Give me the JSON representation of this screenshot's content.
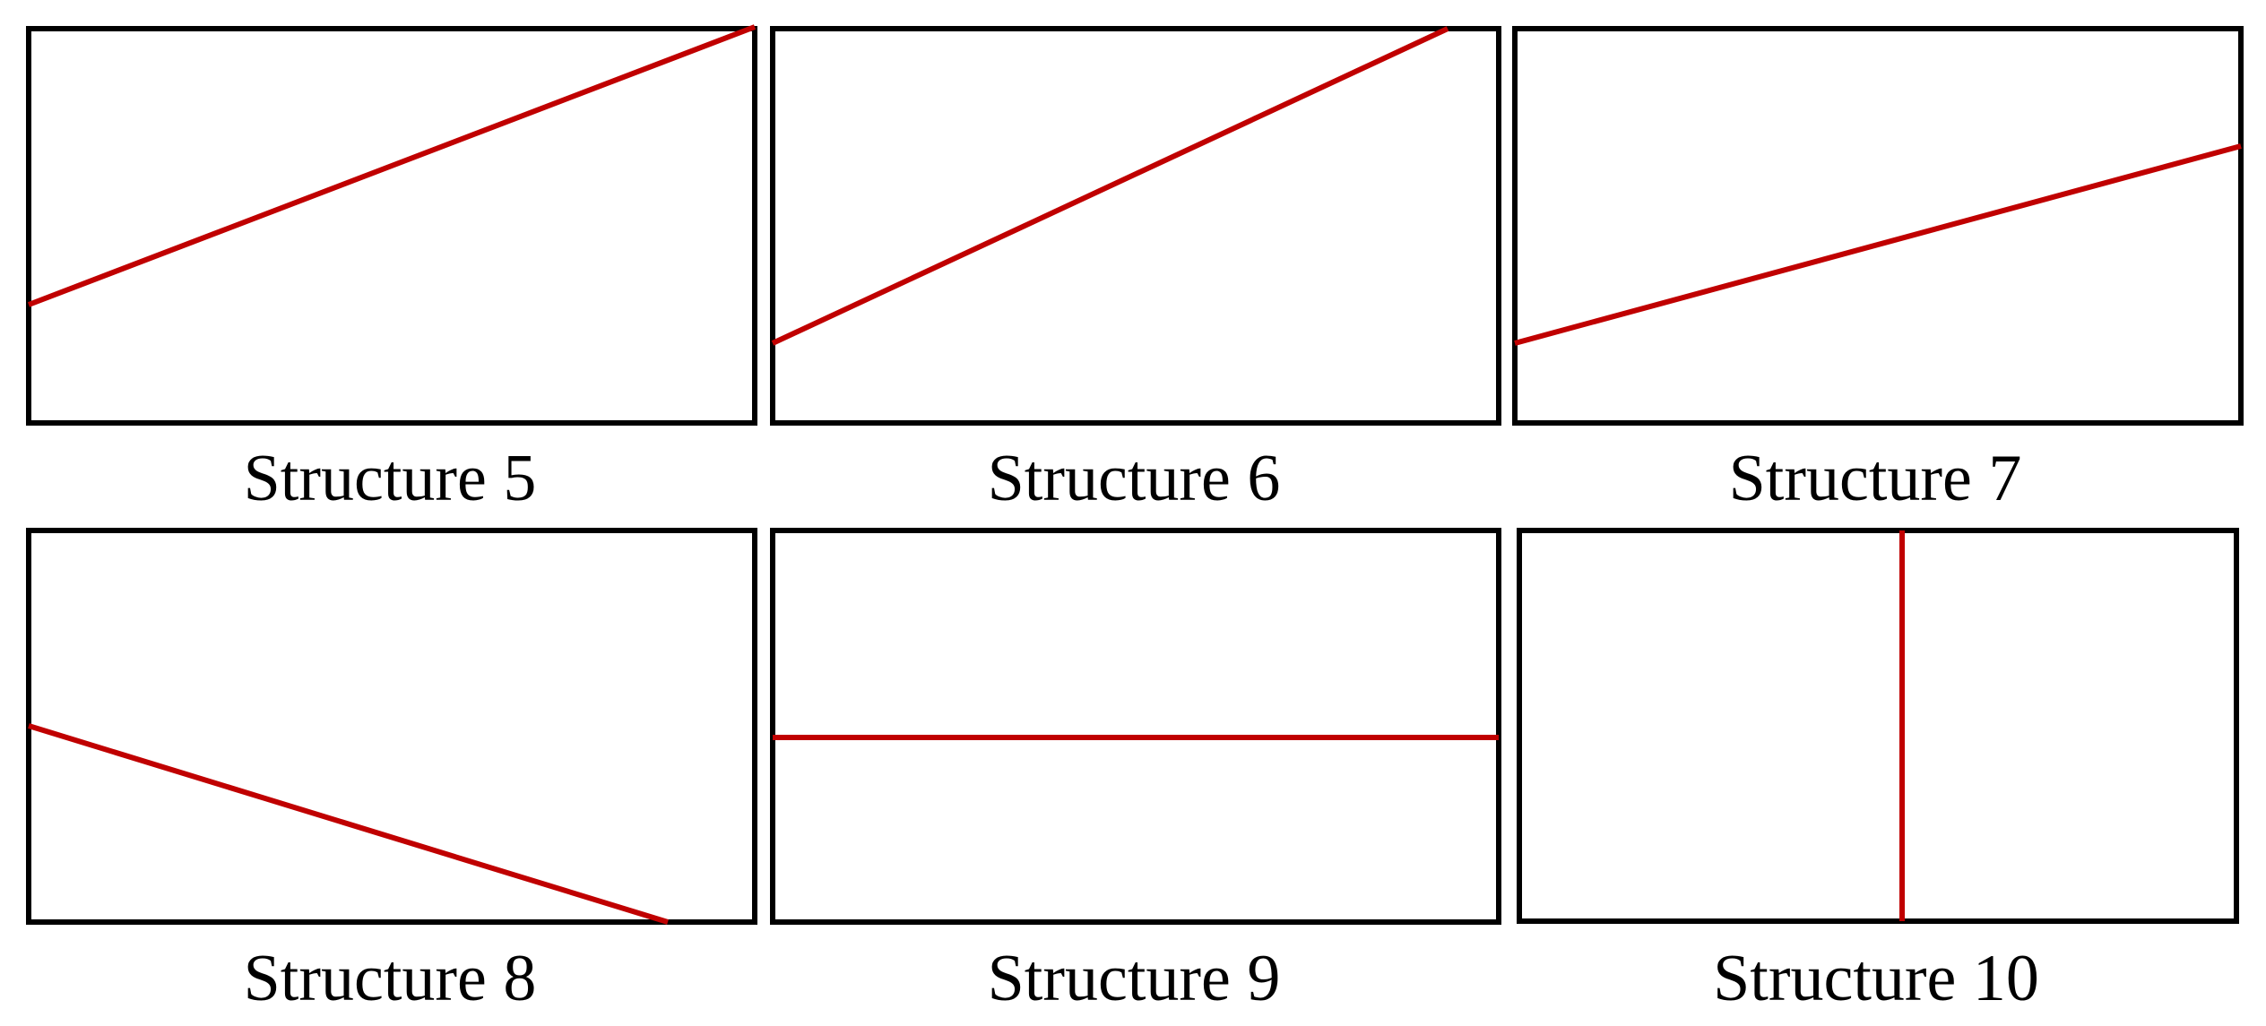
{
  "colors": {
    "frame": "#000000",
    "divider": "#c00000",
    "background": "#ffffff"
  },
  "panels": [
    {
      "caption": "Structure 5"
    },
    {
      "caption": "Structure 6"
    },
    {
      "caption": "Structure 7"
    },
    {
      "caption": "Structure 8"
    },
    {
      "caption": "Structure 9"
    },
    {
      "caption": "Structure 10"
    }
  ]
}
